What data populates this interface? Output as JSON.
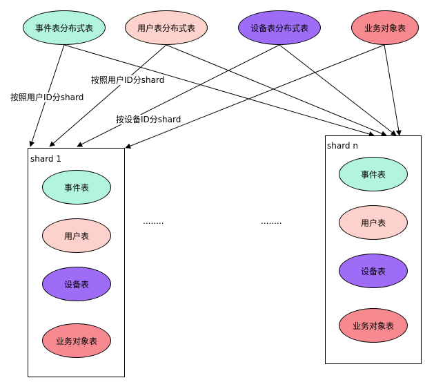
{
  "colors": {
    "green": "#b3f5dc",
    "pink": "#fdd1cc",
    "purple": "#9f6cf7",
    "red": "#f78a91",
    "stroke": "#000000"
  },
  "top_nodes": {
    "events": "事件表分布式表",
    "users": "用户表分布式表",
    "devices": "设备表分布式表",
    "business": "业务对象表"
  },
  "edge_labels": {
    "by_user_1": "按照用户ID分shard",
    "by_user_2": "按照用户ID分shard",
    "by_device": "按设备ID分shard"
  },
  "shard1": {
    "title": "shard 1",
    "tables": [
      "事件表",
      "用户表",
      "设备表",
      "业务对象表"
    ]
  },
  "shardn": {
    "title": "shard n",
    "tables": [
      "事件表",
      "用户表",
      "设备表",
      "业务对象表"
    ]
  },
  "ellipsis": [
    "........",
    "........"
  ]
}
